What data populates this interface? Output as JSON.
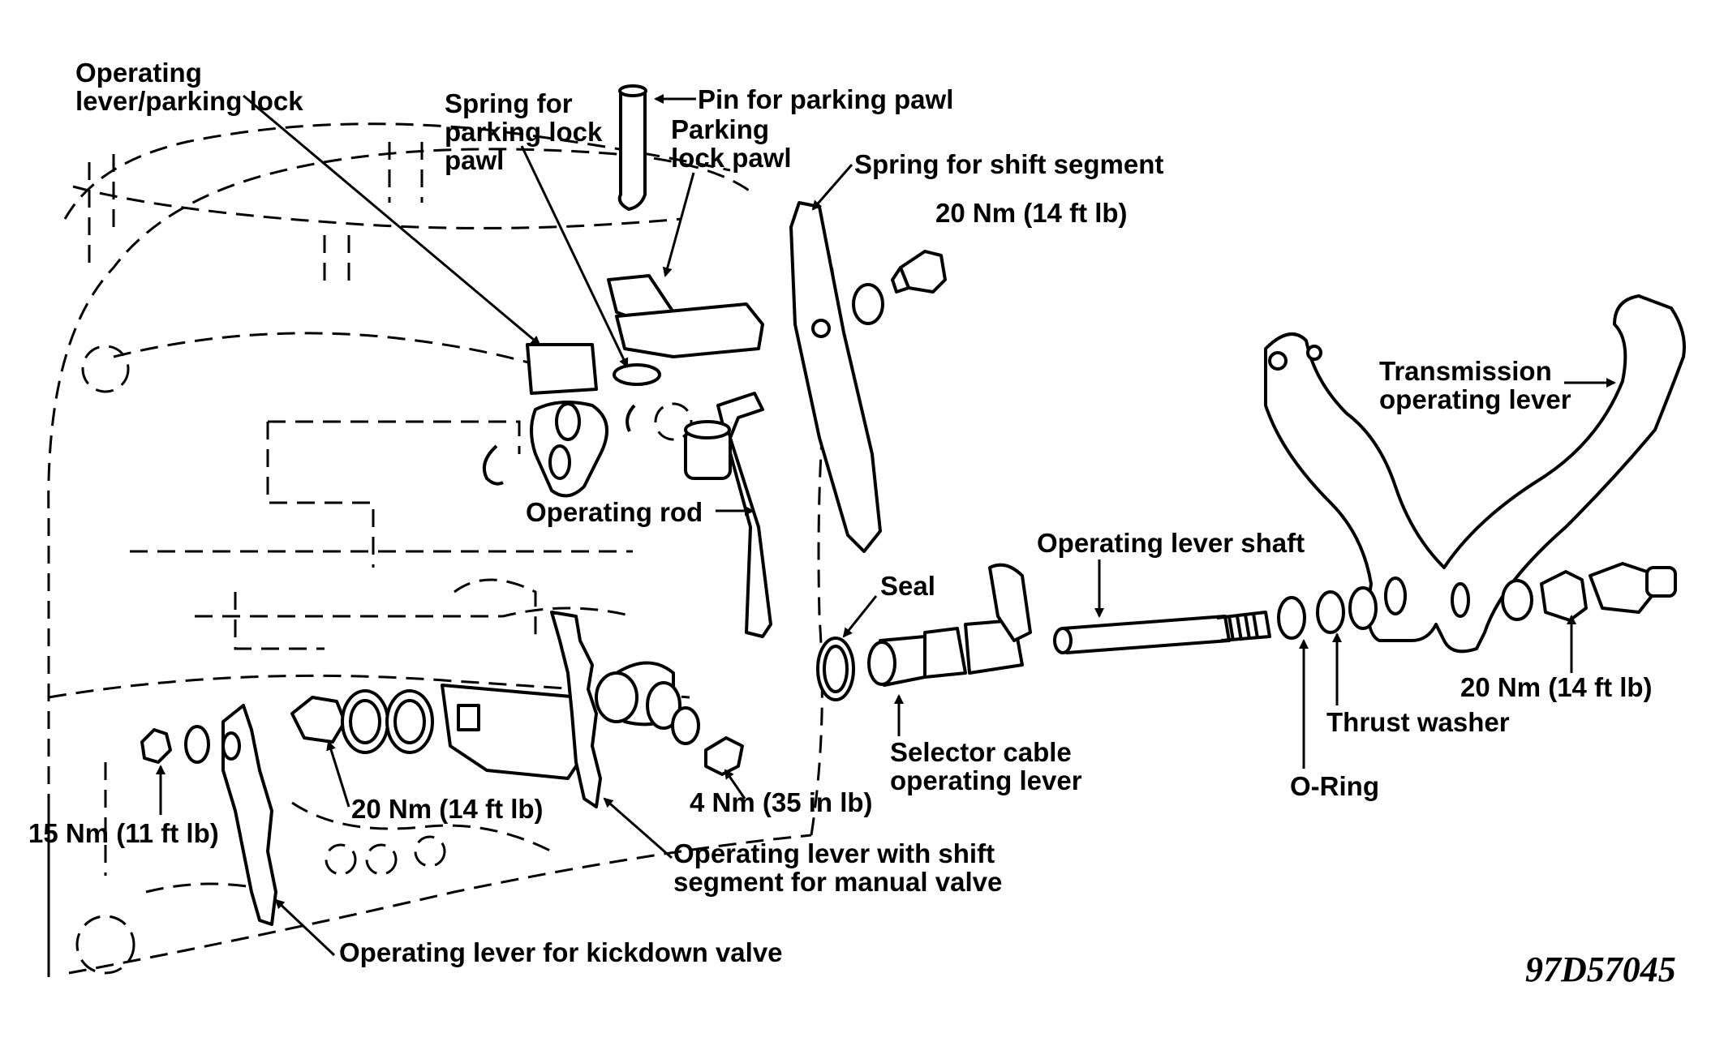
{
  "diagram": {
    "figure_id": "97D57045",
    "labels": {
      "operating_lever_parking_lock": "Operating\nlever/parking lock",
      "spring_parking_lock_pawl": "Spring for\nparking lock\npawl",
      "pin_parking_pawl": "Pin for parking pawl",
      "parking_lock_pawl": "Parking\nlock pawl",
      "spring_shift_segment": "Spring for shift segment",
      "torque_top": "20 Nm (14 ft lb)",
      "transmission_operating_lever": "Transmission\noperating lever",
      "operating_rod": "Operating rod",
      "operating_lever_shaft": "Operating lever shaft",
      "seal": "Seal",
      "torque_right": "20 Nm (14 ft lb)",
      "thrust_washer": "Thrust washer",
      "selector_cable_operating_lever": "Selector cable\noperating lever",
      "o_ring": "O-Ring",
      "torque_small": "4 Nm (35 in lb)",
      "torque_middle": "20 Nm (14 ft lb)",
      "torque_left": "15 Nm (11 ft lb)",
      "operating_lever_shift_segment": "Operating lever with shift\nsegment for manual valve",
      "operating_lever_kickdown": "Operating lever for kickdown valve"
    }
  }
}
